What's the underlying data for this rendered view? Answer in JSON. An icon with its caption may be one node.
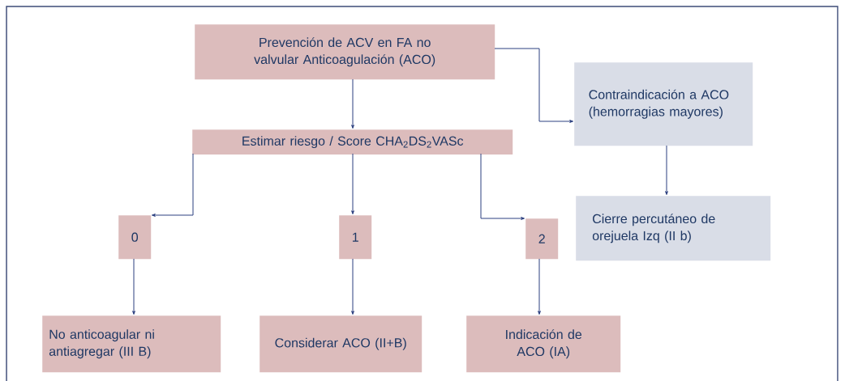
{
  "diagram": {
    "nodes": [
      {
        "text": [
          "Prevención de ACV en FA no valvular Anticoagulación (ACO)"
        ]
      },
      {
        "text": [
          "Estimar riesgo / Score CHA$_{2}$DS$_{2}$VASc"
        ]
      },
      {
        "text": [
          "Contraindicación a ACO (hemorragias mayores)"
        ]
      },
      {
        "text": [
          "Cierre percutáneo de orejuela Izq (II b)"
        ]
      },
      {
        "text": [
          "0"
        ]
      },
      {
        "text": [
          "1"
        ]
      },
      {
        "text": [
          "2"
        ]
      },
      {
        "text": [
          "No anticoagular ni antiagregar (III B)"
        ]
      },
      {
        "text": [
          "Considerar ACO (II+B)"
        ]
      },
      {
        "text": [
          "Indicación de ACO (IA)"
        ]
      }
    ],
    "edges": [
      {
        "from": 0,
        "to": 1,
        "arrow": "to"
      },
      {
        "from": 0,
        "to": 2,
        "arrow": "to"
      },
      {
        "from": 2,
        "to": 3,
        "arrow": "to"
      },
      {
        "from": 1,
        "to": 4,
        "arrow": "to"
      },
      {
        "from": 1,
        "to": 5,
        "arrow": "to"
      },
      {
        "from": 1,
        "to": 6,
        "arrow": "to"
      },
      {
        "from": 4,
        "to": 7,
        "arrow": "to"
      },
      {
        "from": 5,
        "to": 8,
        "arrow": "to"
      },
      {
        "from": 6,
        "to": 9,
        "arrow": "to"
      }
    ]
  }
}
